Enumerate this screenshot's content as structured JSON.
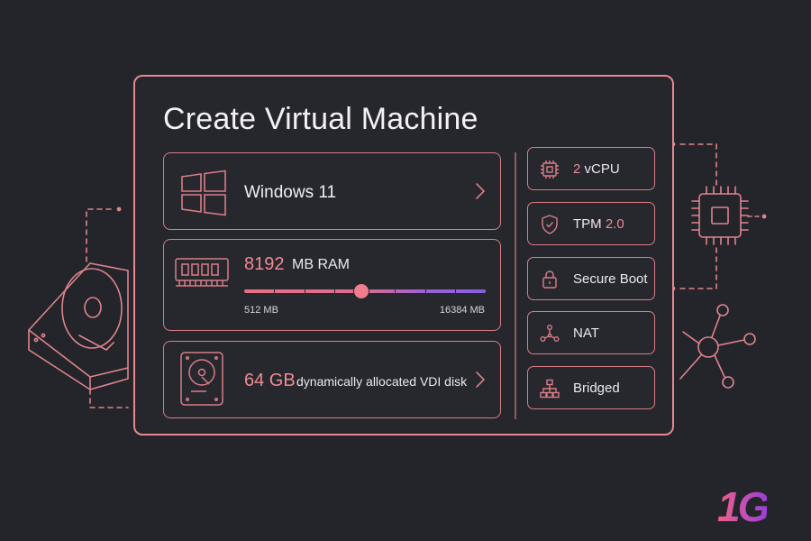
{
  "window": {
    "title": "Create Virtual Machine"
  },
  "os": {
    "name": "Windows 11",
    "icon": "windows-logo-icon"
  },
  "memory": {
    "value": "8192",
    "unit": "MB RAM",
    "min": "512 MB",
    "max": "16384 MB",
    "value_mb": 8192,
    "min_mb": 512,
    "max_mb": 16384
  },
  "disk": {
    "size": "64 GB",
    "description": "dynamically allocated VDI disk"
  },
  "options": {
    "cpu": {
      "count": "2",
      "label": "vCPU"
    },
    "tpm": {
      "label": "TPM",
      "version": "2.0"
    },
    "secure_boot": {
      "label": "Secure Boot"
    },
    "nat": {
      "label": "NAT"
    },
    "bridged": {
      "label": "Bridged"
    }
  },
  "brand": {
    "logo_text": "1G"
  },
  "colors": {
    "accent": "#e9878e",
    "accent_value": "#f18a92",
    "background": "#23252b",
    "slider_end": "#8a5ee0"
  }
}
